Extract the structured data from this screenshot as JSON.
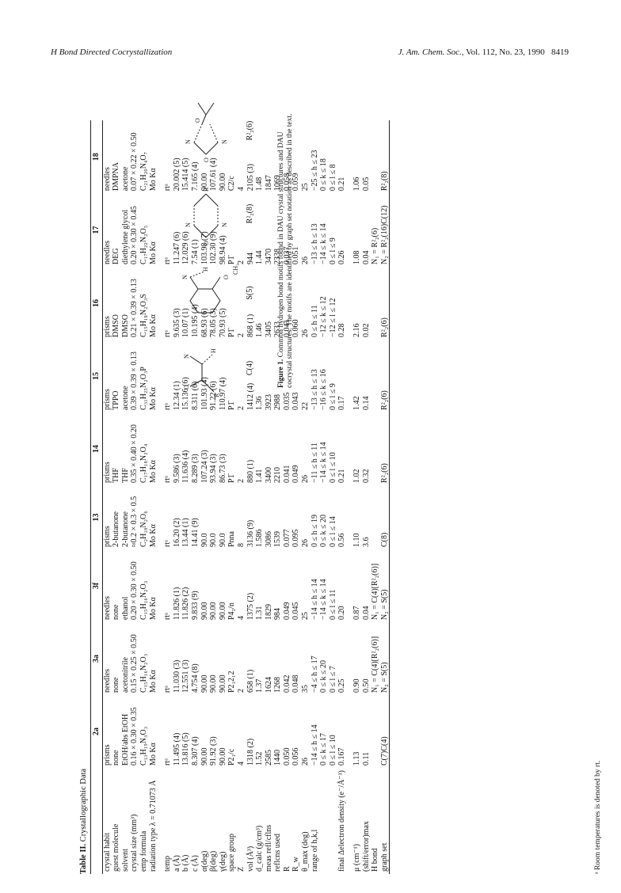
{
  "header": {
    "left": "H Bond Directed Cocrystallization",
    "journal": "J. Am. Chem. Soc.,",
    "issue": "Vol. 112, No. 23, 1990",
    "page": "8419"
  },
  "table": {
    "caption_label": "Table II.",
    "caption_text": "Crystallographic Data",
    "columns": [
      "2a",
      "3a",
      "3f",
      "13",
      "14",
      "15",
      "16",
      "17",
      "18"
    ],
    "rows": [
      {
        "label": "crystal habit",
        "values": [
          "prisms",
          "needles",
          "needles",
          "prisms",
          "prisms",
          "prisms",
          "prisms",
          "needles",
          "needles"
        ]
      },
      {
        "label": "guest molecule",
        "values": [
          "none",
          "none",
          "none",
          "2-butanone",
          "THF",
          "TPPO",
          "DMSO",
          "DEG",
          "DMPNA"
        ]
      },
      {
        "label": "solvent",
        "values": [
          "EtOH/abs EtOH",
          "acetonitrile",
          "ethanol",
          "2-butanone",
          "THF",
          "acetone",
          "DMSO",
          "diethylene glycol",
          "acetone"
        ]
      },
      {
        "label": "crystal size (mm³)",
        "values": [
          "0.16 × 0.30 × 0.35",
          "0.15 × 0.25 × 0.50",
          "0.20 × 0.30 × 0.50",
          "≈0.2 × 0.3 × 0.5",
          "0.35 × 0.40 × 0.20",
          "0.39 × 0.39 × 0.13",
          "0.21 × 0.39 × 0.13",
          "0.20 × 0.30 × 0.45",
          "0.07 × 0.22 × 0.50"
        ]
      },
      {
        "label": "emp formula",
        "values": [
          "C₁₃H₁₉N₃O₃",
          "C₁₅H₁₆N₂O₃",
          "C₁₅H₁₆N₂O₃",
          "C₂H₁₈N₂O₆",
          "C₁₇H₁₈N₂O₄",
          "C₃₁H₂₅N₂O₃P",
          "C₁₅H₁₈N₂O₃S",
          "C₁₇H₂₂N₂O₅",
          "C₂₁H₂₀N₄O₇"
        ]
      },
      {
        "label": "radiation type λ = 0.71073 Å",
        "values": [
          "Mo Kα",
          "Mo Kα",
          "Mo Kα",
          "Mo Kα",
          "Mo Kα",
          "Mo Kα",
          "Mo Kα",
          "Mo Kα",
          "Mo Kα"
        ]
      },
      {
        "label": "temp",
        "values": [
          "rtᵃ",
          "rtᵃ",
          "rtᵃ",
          "rtᵃ",
          "rtᵃ",
          "rtᵃ",
          "rtᵃ",
          "rtᵃ",
          "rtᵃ"
        ],
        "spaced": true
      },
      {
        "label": "a (Å)",
        "values": [
          "11.495 (4)",
          "11.030 (3)",
          "11.826 (1)",
          "16.20 (2)",
          "9.586 (3)",
          "12.34 (1)",
          "9.635 (3)",
          "11.247 (6)",
          "20.002 (5)"
        ]
      },
      {
        "label": "b (Å)",
        "values": [
          "13.816 (5)",
          "12.551 (3)",
          "11.826 (2)",
          "13.44 (1)",
          "11.636 (4)",
          "15.136 (6)",
          "10.07 (1)",
          "12.029 (6)",
          "15.414 (5)"
        ]
      },
      {
        "label": "c (Å)",
        "values": [
          "8.307 (4)",
          "4.754 (8)",
          "9.833 (9)",
          "14.41 (9)",
          "8.289 (3)",
          "8.311 (6)",
          "10.195 (4)",
          "7.54 (1)",
          "7.165 (4)"
        ]
      },
      {
        "label": "α(deg)",
        "values": [
          "90.00",
          "90.00",
          "90.00",
          "90.0",
          "107.24 (3)",
          "101.93 (4)",
          "68.93 (6)",
          "103.98 (7)",
          "90.00"
        ]
      },
      {
        "label": "β(deg)",
        "values": [
          "91.92 (3)",
          "90.00",
          "90.00",
          "90.0",
          "93.94 (3)",
          "91.22 (6)",
          "78.05 (3)",
          "102.30 (9)",
          "107.61 (4)"
        ]
      },
      {
        "label": "γ(deg)",
        "values": [
          "90.00",
          "90.00",
          "90.00",
          "90.0",
          "86.73 (3)",
          "110.97 (4)",
          "70.93 (5)",
          "98.94 (4)",
          "90.00"
        ]
      },
      {
        "label": "space group",
        "values": [
          "P2₁/c",
          "P2₁2₁2",
          "P4₂/n",
          "Pnna",
          "P1̄",
          "P1̄",
          "P1̄",
          "P1̄",
          "C2/c"
        ]
      },
      {
        "label": "Z",
        "values": [
          "4",
          "2",
          "4",
          "8",
          "2",
          "2",
          "2",
          "2",
          "4"
        ]
      },
      {
        "label": "vol (Å³)",
        "values": [
          "1318 (2)",
          "658 (1)",
          "1375 (2)",
          "3136 (9)",
          "880 (1)",
          "1412 (4)",
          "868 (1)",
          "944",
          "2105 (3)"
        ]
      },
      {
        "label": "d_calc (g/cm³)",
        "values": [
          "1.52",
          "1.37",
          "1.31",
          "1.586",
          "1.41",
          "1.36",
          "1.46",
          "1.44",
          "1.48"
        ]
      },
      {
        "label": "meas refl/cflns",
        "values": [
          "2585",
          "1624",
          "1829",
          "3086",
          "3400",
          "3923",
          "3405",
          "3470",
          "1847"
        ]
      },
      {
        "label": "reflcns used",
        "values": [
          "1440",
          "1268",
          "984",
          "1539",
          "2210",
          "2988",
          "2633",
          "2338",
          "1069"
        ]
      },
      {
        "label": "R",
        "values": [
          "0.050",
          "0.042",
          "0.049",
          "0.077",
          "0.041",
          "0.035",
          "0.041",
          "0.037",
          "0.058"
        ]
      },
      {
        "label": "R_w",
        "values": [
          "0.056",
          "0.048",
          "0.045",
          "0.095",
          "0.049",
          "0.043",
          "0.060",
          "0.051",
          "0.059"
        ]
      },
      {
        "label": "θ_max (deg)",
        "values": [
          "26",
          "35",
          "25",
          "26",
          "26",
          "22",
          "26",
          "26",
          "25"
        ]
      },
      {
        "label": "range of h,k,l",
        "values": [
          "−14 ≤ h ≤ 14",
          "−4 ≤ h ≤ 17",
          "−14 ≤ h ≤ 14",
          "0 ≤ h ≤ 19",
          "−11 ≤ h ≤ 11",
          "−13 ≤ h ≤ 13",
          "0 ≤ h ≤ 11",
          "−13 ≤ h ≤ 13",
          "−25 ≤ h ≤ 23"
        ]
      },
      {
        "label": "",
        "values": [
          "0 ≤ k ≤ 17",
          "0 ≤ k ≤ 20",
          "−14 ≤ k ≤ 14",
          "0 ≤ k ≤ 20",
          "−14 ≤ k ≤ 14",
          "−16 ≤ k ≤ 16",
          "−12 ≤ k ≤ 12",
          "−14 ≤ k ≤ 14",
          "0 ≤ k ≤ 18"
        ]
      },
      {
        "label": "",
        "values": [
          "0 ≤ l ≤ 10",
          "0 ≤ l ≤ 7",
          "0 ≤ l ≤ 11",
          "0 ≤ l ≤ 14",
          "0 ≤ l ≤ 10",
          "0 ≤ l ≤ 9",
          "−12 ≤ l ≤ 12",
          "0 ≤ l ≤ 9",
          "0 ≤ l ≤ 8"
        ]
      },
      {
        "label": "final Δelectron density (e⁻/Å⁻³)",
        "values": [
          "0.167",
          "0.25",
          "0.20",
          "0.56",
          "0.21",
          "0.17",
          "0.28",
          "0.26",
          "0.21"
        ]
      },
      {
        "label": "μ (cm⁻¹)",
        "values": [
          "1.13",
          "0.90",
          "0.87",
          "1.10",
          "1.02",
          "1.42",
          "2.16",
          "1.08",
          "1.06"
        ],
        "spaced": true
      },
      {
        "label": "(shift/error)max",
        "values": [
          "0.11",
          "0.50",
          "0.04",
          "3.6",
          "0.32",
          "0.14",
          "0.02",
          "0.04",
          "0.05"
        ]
      },
      {
        "label": "H bond",
        "values": [
          "",
          "N₁ = C(4)[R²₂(6)]",
          "N₁ = C(4)[R²₂(6)]",
          "",
          "",
          "",
          "",
          "N₁ = R²₂(6)",
          ""
        ]
      },
      {
        "label": "graph set",
        "values": [
          "C(7)C(4)",
          "N₂ = S(5)",
          "N₂ = S(5)",
          "C(8)",
          "R²₂(6)",
          "R²₂(6)",
          "R²₂(6)",
          "N₂ = R²₂(16)C(12)",
          "R²₂(8)"
        ],
        "last": true
      }
    ],
    "footnote": "ᵃ Room temperatures is denoted by rt."
  },
  "figure": {
    "labels": [
      "C(4)",
      "S(5)",
      "R²₂(8)",
      "R²₂(6)"
    ],
    "caption_label": "Figure 1.",
    "caption_text": "Common hydrogen bond motifs found in DAU crystal structures and DAU cocrystal structures. The motifs are identified by graph set notation as described in the text."
  }
}
